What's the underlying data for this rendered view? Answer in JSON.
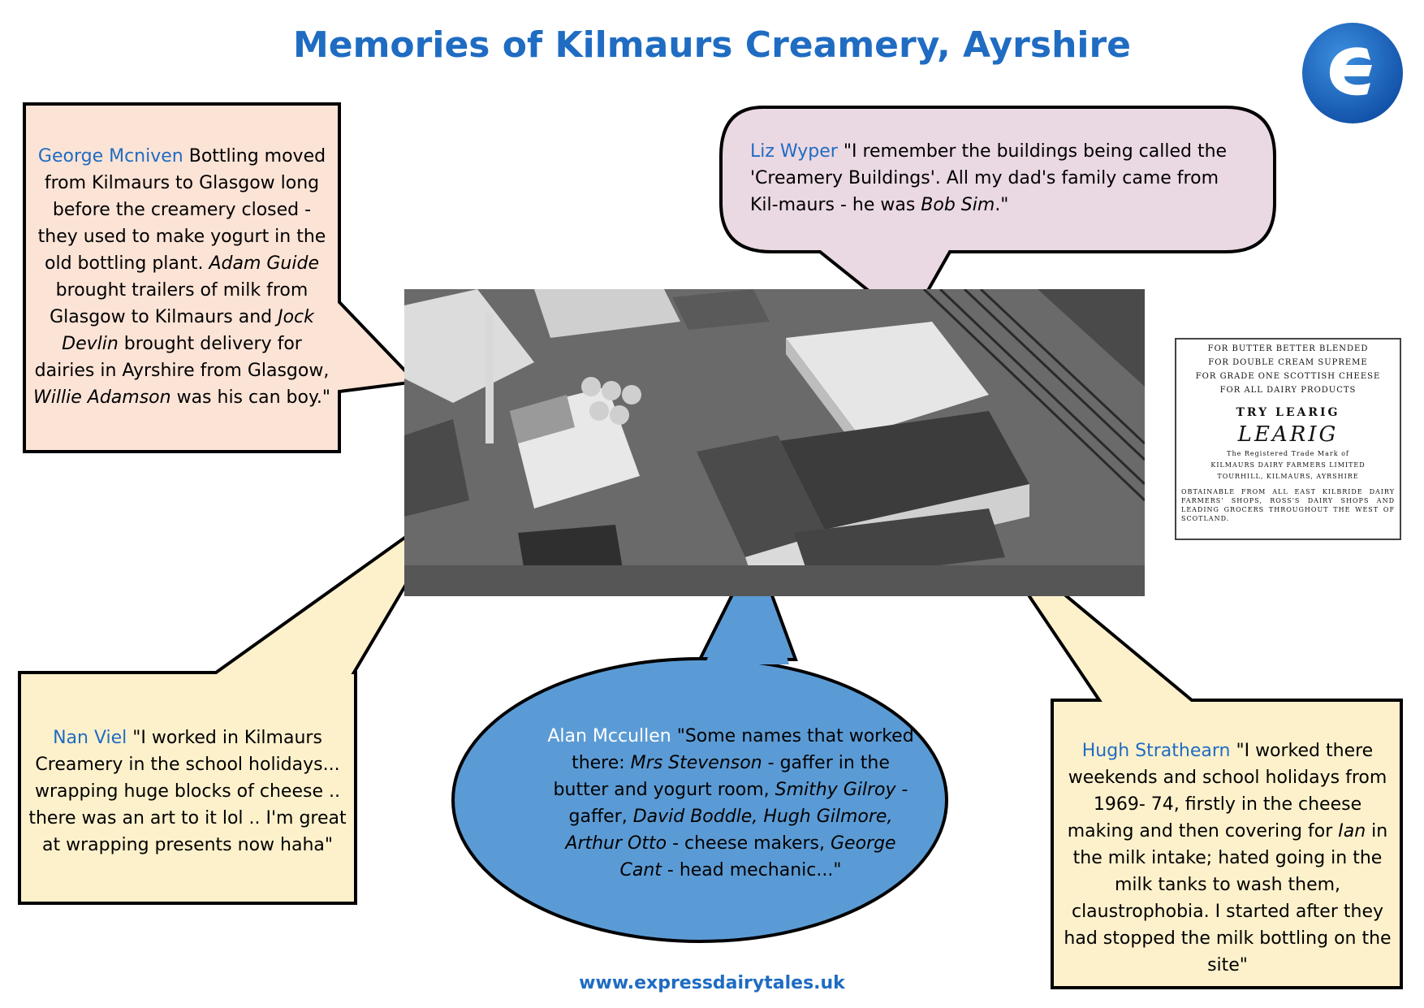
{
  "title": "Memories of Kilmaurs Creamery, Ayrshire",
  "logo": {
    "icon": "express-e-logo-icon",
    "letter": "E",
    "color": "#1f6cc2"
  },
  "colors": {
    "accent": "#1f6cc2",
    "peach": "#fbe3d6",
    "pink": "#ead8e3",
    "cream": "#fdf1cc",
    "oval_blue": "#5b9bd5"
  },
  "quotes": {
    "george": {
      "name": "George Mcniven",
      "p1": " Bottling moved from Kilmaurs to Glasgow long before the creamery closed - they used to make yogurt in the old bottling plant. ",
      "i1": "Adam Guide",
      "p2": " brought trailers of milk from Glasgow to Kilmaurs and ",
      "i2": "Jock Devlin",
      "p3": " brought delivery for dairies in Ayrshire from Glasgow, ",
      "i3": "Willie Adamson",
      "p4": " was his can boy.\""
    },
    "liz": {
      "name": "Liz Wyper",
      "p1": " \"I remember the buildings being called the 'Creamery Buildings'. All my dad's family came from Kil-maurs - he was ",
      "i1": "Bob Sim",
      "p2": ".\""
    },
    "nan": {
      "name": "Nan Viel",
      "p1": " \"I worked in Kilmaurs Creamery in the school holidays... wrapping huge blocks of cheese .. there was an art to it lol .. I'm great at wrapping presents now haha\""
    },
    "alan": {
      "name": "Alan Mccullen",
      "p1": " \"Some names that worked there: ",
      "i1": "Mrs Stevenson",
      "p2": " - gaffer in the butter and yogurt room, ",
      "i2": "Smithy Gilroy",
      "p3": " - gaffer, ",
      "i3": "David Boddle, Hugh Gilmore, Arthur Otto",
      "p4": " - cheese makers, ",
      "i4": "George Cant",
      "p5": " - head mechanic...\""
    },
    "hugh": {
      "name": "Hugh Strathearn",
      "p1": " \"I worked there weekends and school holidays from 1969- 74, firstly in the cheese making and then covering for ",
      "i1": "Ian",
      "p2": " in the milk intake; hated going in the milk tanks to wash them, claustrophobia. I started after they had stopped the milk bottling on the site\""
    }
  },
  "advert": {
    "lines": [
      "FOR BUTTER BETTER BLENDED",
      "FOR DOUBLE CREAM SUPREME",
      "FOR GRADE ONE SCOTTISH CHEESE",
      "FOR ALL DAIRY PRODUCTS"
    ],
    "try": "TRY LEARIG",
    "brand": "LEARIG",
    "trademark": "The Registered Trade Mark of",
    "company": "KILMAURS DAIRY FARMERS LIMITED",
    "address": "TOURHILL, KILMAURS, AYRSHIRE",
    "footer": "OBTAINABLE FROM ALL EAST KILBRIDE DAIRY FARMERS' SHOPS, ROSS'S DAIRY SHOPS AND LEADING GROCERS THROUGHOUT THE WEST OF SCOTLAND."
  },
  "footer_url": "www.expressdairytales.uk"
}
